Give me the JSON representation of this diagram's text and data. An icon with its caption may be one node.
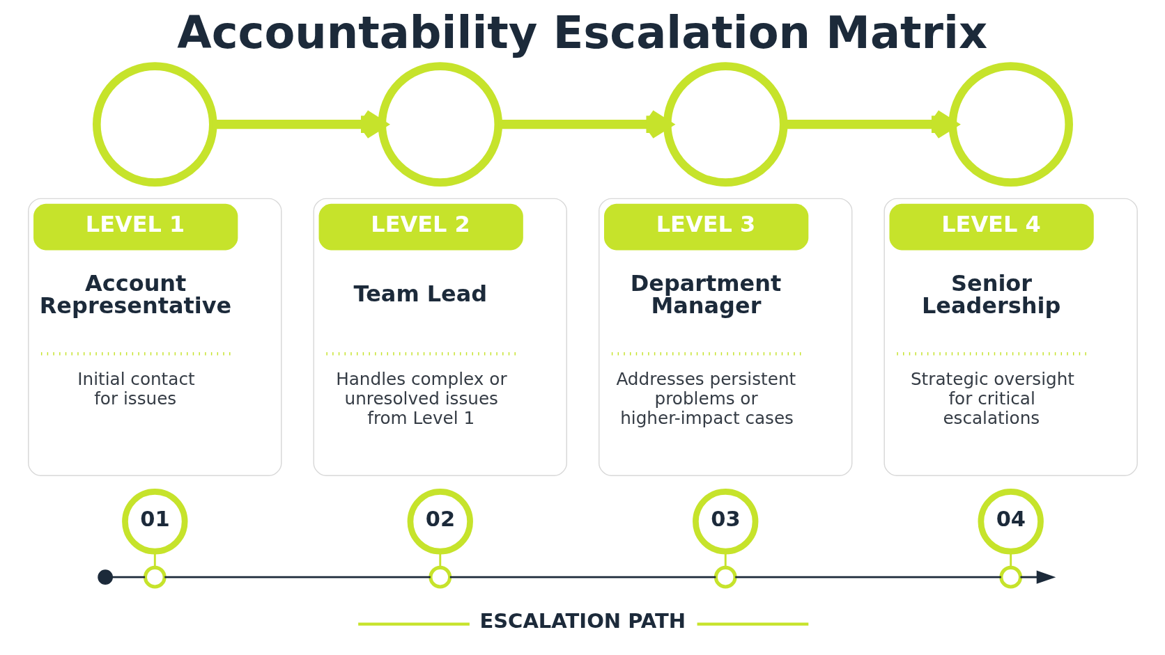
{
  "diagram": {
    "title": "Accountability Escalation Matrix",
    "nodes": [
      {
        "text": [],
        "shape": "circle"
      },
      {
        "text": [
          "LEVEL 1",
          "Account Representative",
          "Initial contact for issues"
        ]
      },
      {
        "text": [
          "01"
        ]
      },
      {
        "text": [],
        "shape": "circle"
      },
      {
        "text": [],
        "shape": "circle"
      },
      {
        "text": [
          "LEVEL 2",
          "Team Lead",
          "Handles complex or unresolved issues from Level 1"
        ]
      },
      {
        "text": [
          "02"
        ]
      },
      {
        "text": [],
        "shape": "circle"
      },
      {
        "text": [],
        "shape": "circle"
      },
      {
        "text": [
          "LEVEL 3",
          "Department Manager",
          "Addresses persistent problems or higher-impact cases"
        ]
      },
      {
        "text": [
          "03"
        ]
      },
      {
        "text": [],
        "shape": "circle"
      },
      {
        "text": [],
        "shape": "circle"
      },
      {
        "text": [
          "LEVEL 4",
          "Senior Leadership",
          "Strategic oversight for critical escalations"
        ]
      },
      {
        "text": [
          "04"
        ]
      },
      {
        "text": [],
        "shape": "circle"
      },
      {
        "text": [],
        "shape": "circle"
      }
    ],
    "edges": [
      {
        "from": 0,
        "to": 4,
        "arrow": "to",
        "style": "thick"
      },
      {
        "from": 4,
        "to": 8,
        "arrow": "to",
        "style": "thick"
      },
      {
        "from": 8,
        "to": 12,
        "arrow": "to",
        "style": "thick"
      },
      {
        "from": 2,
        "to": 3,
        "arrow": "none"
      },
      {
        "from": 6,
        "to": 7,
        "arrow": "none"
      },
      {
        "from": 10,
        "to": 11,
        "arrow": "none"
      },
      {
        "from": 14,
        "to": 15,
        "arrow": "none"
      },
      {
        "from": 16,
        "to": 3,
        "arrow": "none",
        "color": "#1c2a3a"
      },
      {
        "from": 3,
        "to": 7,
        "arrow": "none",
        "color": "#1c2a3a"
      },
      {
        "from": 7,
        "to": 11,
        "arrow": "none",
        "color": "#1c2a3a"
      },
      {
        "from": 11,
        "to": 15,
        "arrow": "none",
        "color": "#1c2a3a"
      },
      {
        "from": 15,
        "to": null,
        "arrow": "to",
        "color": "#1c2a3a"
      }
    ],
    "labels": [
      "ESCALATION PATH"
    ]
  }
}
